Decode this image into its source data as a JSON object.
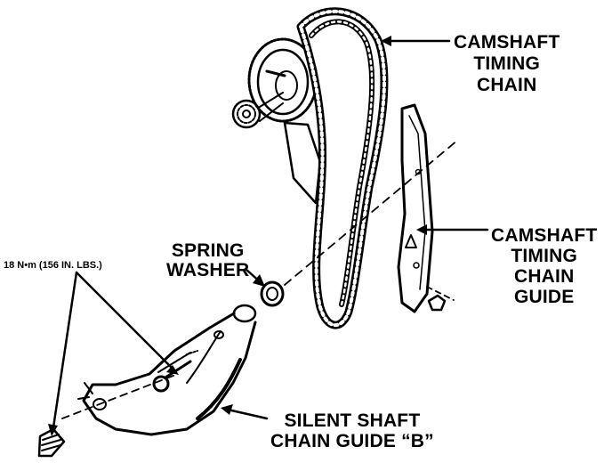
{
  "labels": {
    "camshaft_timing_chain": "CAMSHAFT\nTIMING\nCHAIN",
    "camshaft_timing_chain_guide": "CAMSHAFT\nTIMING\nCHAIN\nGUIDE",
    "spring_washer": "SPRING\nWASHER",
    "torque_spec": "18 N•m (156 IN. LBS.)",
    "silent_shaft_chain_guide_b": "SILENT SHAFT\nCHAIN GUIDE “B”"
  }
}
